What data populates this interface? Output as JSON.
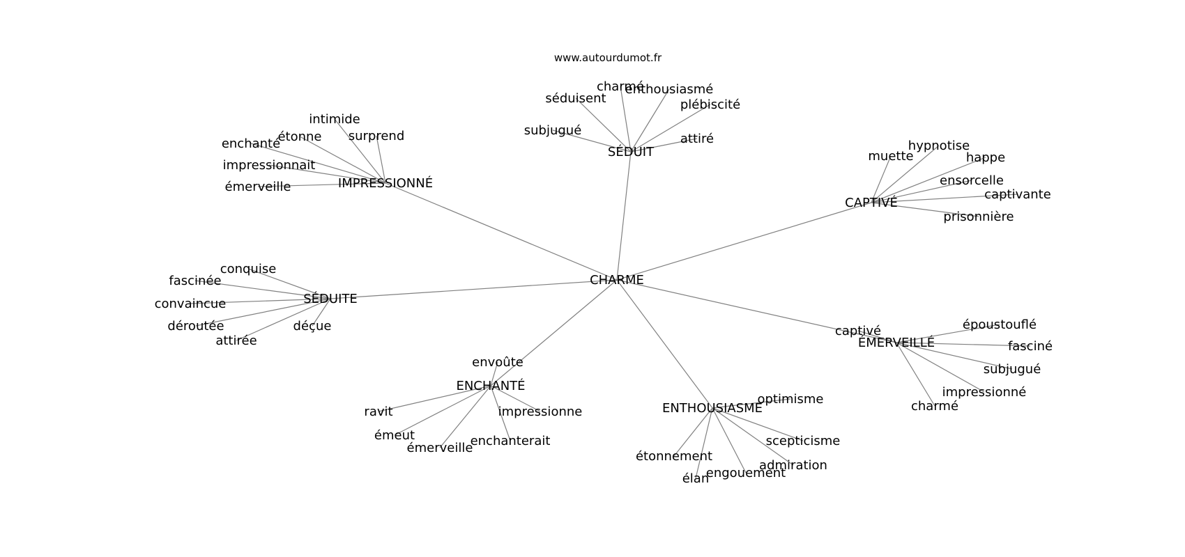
{
  "source": "www.autourdumot.fr",
  "graph": {
    "root": "CHARME",
    "hubs": [
      {
        "label": "SÉDUIT",
        "leaves": [
          "charmé",
          "enthousiasmé",
          "séduisent",
          "plébiscité",
          "subjugué",
          "attiré"
        ]
      },
      {
        "label": "IMPRESSIONNÉ",
        "leaves": [
          "intimide",
          "étonne",
          "surprend",
          "enchanté",
          "impressionnait",
          "émerveille"
        ]
      },
      {
        "label": "CAPTIVÉ",
        "leaves": [
          "hypnotise",
          "muette",
          "happe",
          "ensorcelle",
          "captivante",
          "prisonnière"
        ]
      },
      {
        "label": "SÉDUITE",
        "leaves": [
          "conquise",
          "fascinée",
          "convaincue",
          "déroutée",
          "déçue",
          "attirée"
        ]
      },
      {
        "label": "ÉMERVEILLÉ",
        "leaves": [
          "époustouflé",
          "captivé",
          "fasciné",
          "subjugué",
          "impressionné",
          "charmé"
        ]
      },
      {
        "label": "ENCHANTÉ",
        "leaves": [
          "envoûte",
          "ravit",
          "impressionne",
          "émeut",
          "enchanterait",
          "émerveille"
        ]
      },
      {
        "label": "ENTHOUSIASME",
        "leaves": [
          "optimisme",
          "scepticisme",
          "étonnement",
          "admiration",
          "engouement",
          "élan"
        ]
      }
    ]
  }
}
